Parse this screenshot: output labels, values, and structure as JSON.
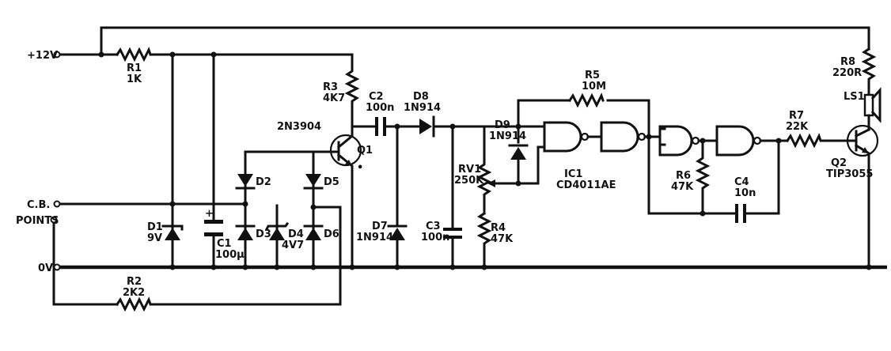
{
  "labels": {
    "supply_plus": "+12V",
    "supply_zero": "0V",
    "cb_points_1": "C.B.",
    "cb_points_2": "POINTS",
    "r1_name": "R1",
    "r1_value": "1K",
    "r2_name": "R2",
    "r2_value": "2K2",
    "r3_name": "R3",
    "r3_value": "4K7",
    "r4_name": "R4",
    "r4_value": "47K",
    "r5_name": "R5",
    "r5_value": "10M",
    "r6_name": "R6",
    "r6_value": "47K",
    "r7_name": "R7",
    "r7_value": "22K",
    "r8_name": "R8",
    "r8_value": "220R",
    "rv1_name": "RV1",
    "rv1_value": "250K",
    "c1_name": "C1",
    "c1_value": "100µ",
    "c2_name": "C2",
    "c2_value": "100n",
    "c3_name": "C3",
    "c3_value": "100n",
    "c4_name": "C4",
    "c4_value": "10n",
    "d1_name": "D1",
    "d1_value": "9V",
    "d2_name": "D2",
    "d3_name": "D3",
    "d4_name": "D4",
    "d4_value": "4V7",
    "d5_name": "D5",
    "d6_name": "D6",
    "d7_name": "D7",
    "d7_value": "1N914",
    "d8_name": "D8",
    "d8_value": "1N914",
    "d9_name": "D9",
    "d9_value": "1N914",
    "q1_name": "Q1",
    "q1_value": "2N3904",
    "q2_name": "Q2",
    "q2_value": "TIP3055",
    "ic1_name": "IC1",
    "ic1_value": "CD4011AE",
    "ls1_name": "LS1",
    "c1_polarity": "+",
    "q1_emitter_dot": "•"
  }
}
